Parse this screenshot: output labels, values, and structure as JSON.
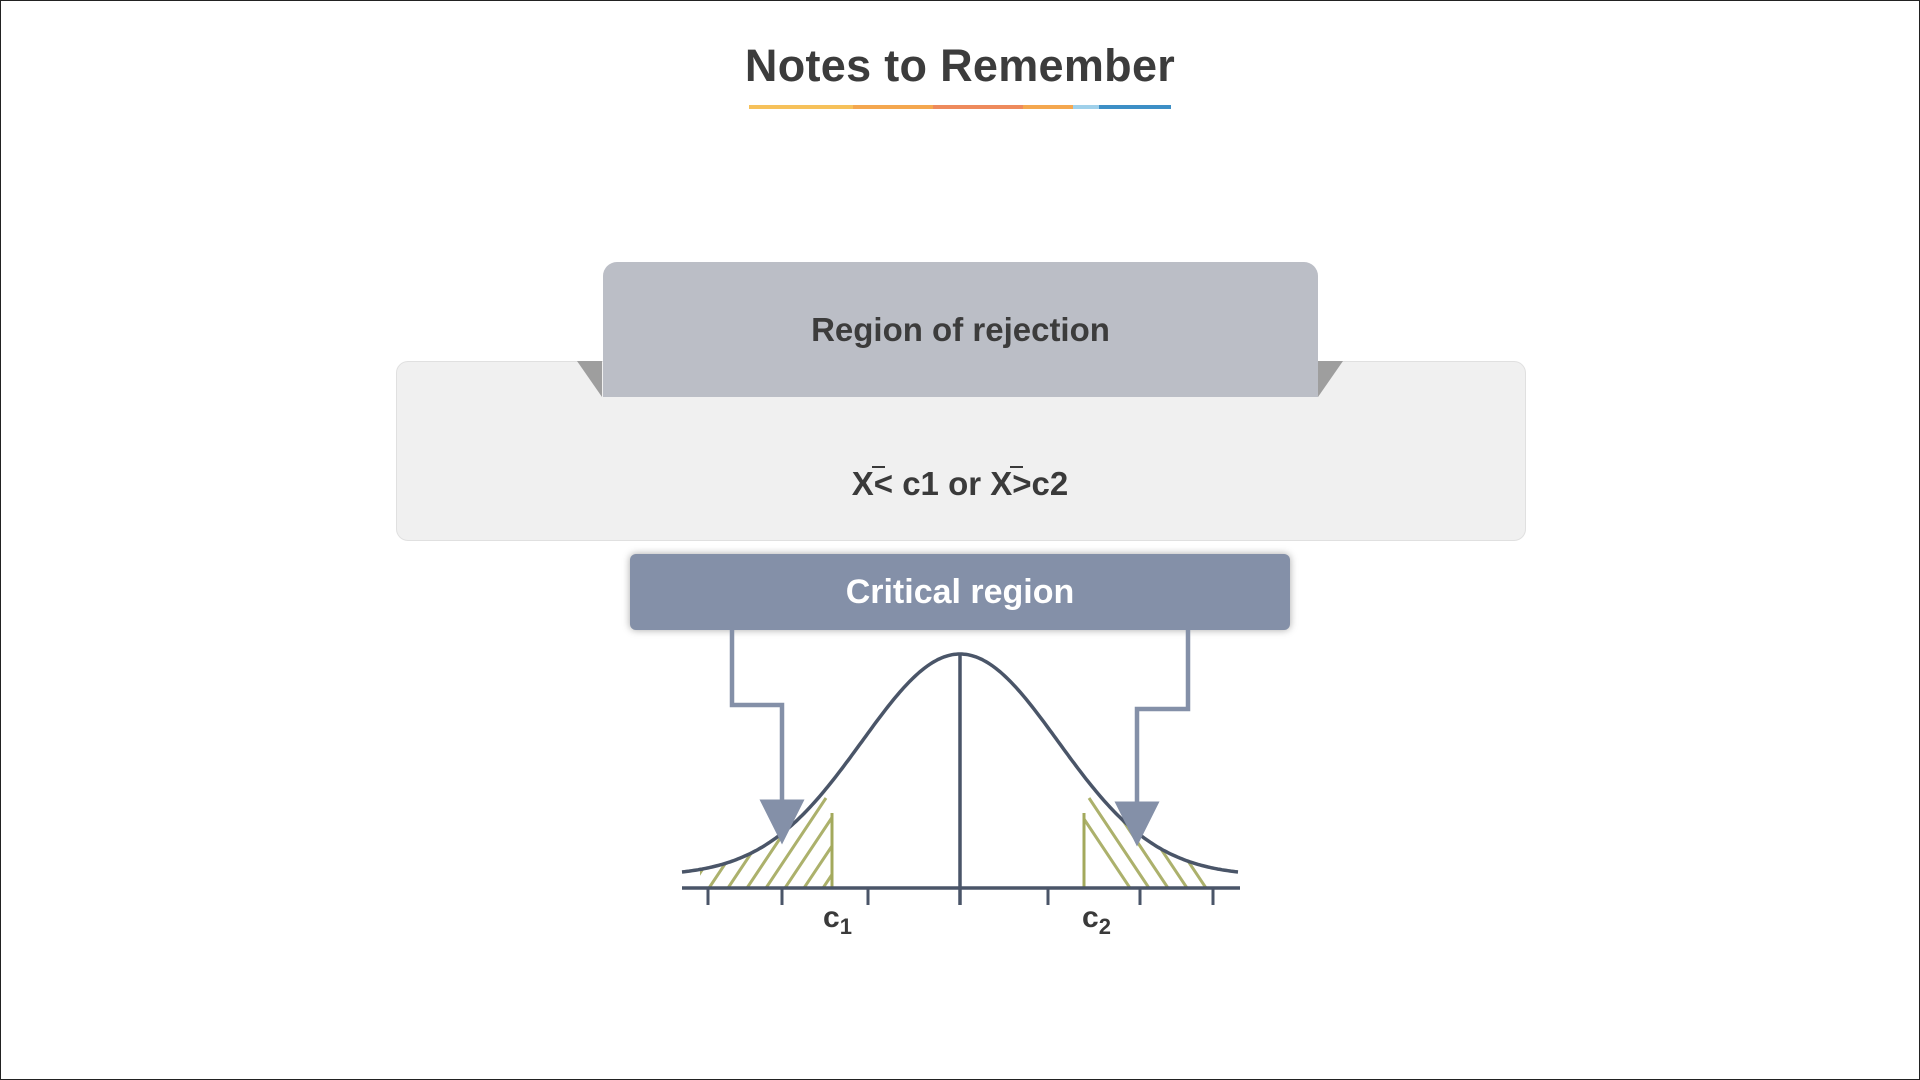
{
  "title": "Notes to Remember",
  "underline_colors": [
    "#f6c15a",
    "#f4a74f",
    "#ee8a5c",
    "#f4a74f",
    "#9fd0ea",
    "#3d8fc6"
  ],
  "tab": {
    "label": "Region of rejection"
  },
  "formula": {
    "var1": "X",
    "op1": "< c1 or ",
    "var2": "X",
    "op2": ">c2"
  },
  "critical": {
    "label": "Critical region"
  },
  "curve": {
    "c1": {
      "base": "c",
      "sub": "1"
    },
    "c2": {
      "base": "c",
      "sub": "2"
    }
  },
  "colors": {
    "curve": "#4a5568",
    "hatch": "#a3a95c",
    "arrow": "#8490a8",
    "tab": "#bbbec6",
    "panel": "#f0f0f0",
    "critical": "#8490a8"
  }
}
